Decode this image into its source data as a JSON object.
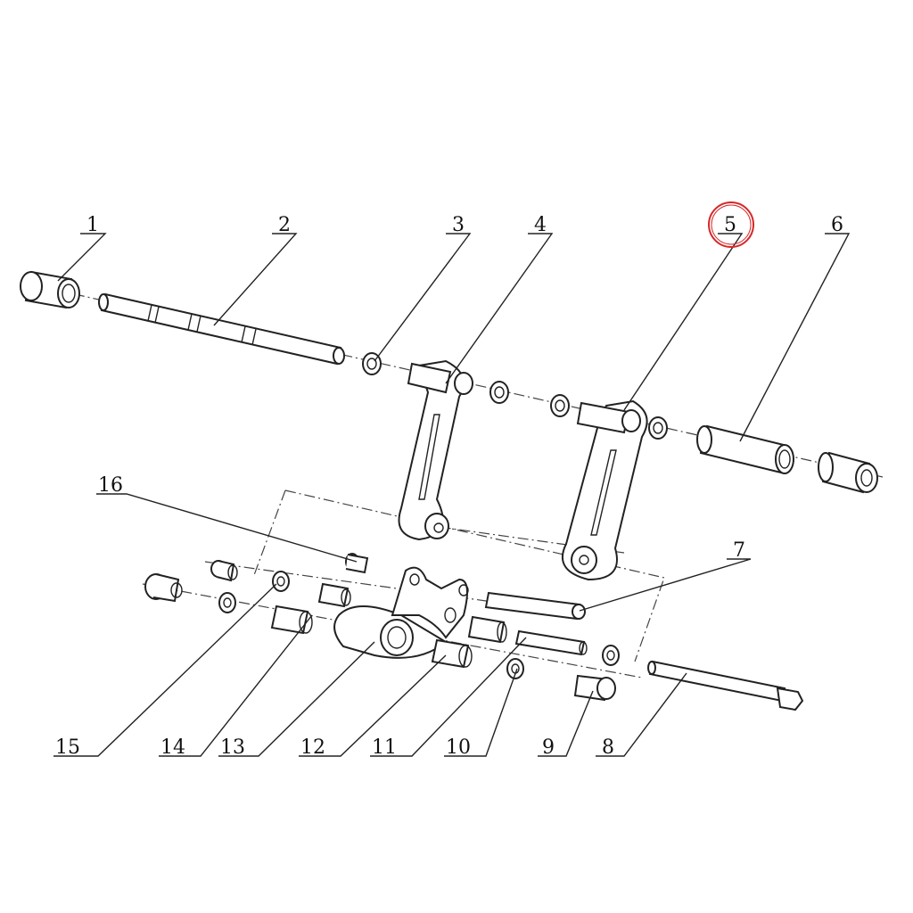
{
  "diagram": {
    "callouts": [
      "1",
      "2",
      "3",
      "4",
      "5",
      "6",
      "7",
      "8",
      "9",
      "10",
      "11",
      "12",
      "13",
      "14",
      "15",
      "16"
    ],
    "highlighted_callout": "5",
    "highlight_color": "#d62828"
  }
}
